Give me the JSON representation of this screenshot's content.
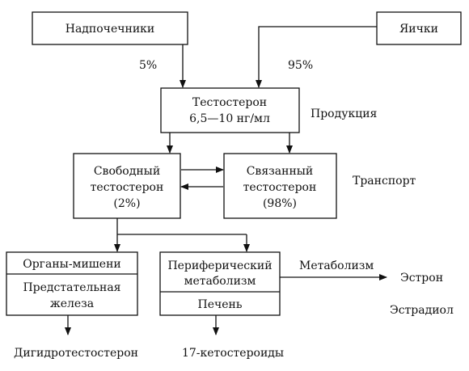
{
  "sources": {
    "adrenal": "Надпочечники",
    "testes": "Яички",
    "adrenal_share": "5%",
    "testes_share": "95%"
  },
  "production": {
    "line1": "Тестостерон",
    "line2": "6,5—10 нг/мл",
    "stage_label": "Продукция"
  },
  "transport": {
    "free_line1": "Свободный",
    "free_line2": "тестостерон",
    "free_line3": "(2%)",
    "bound_line1": "Связанный",
    "bound_line2": "тестостерон",
    "bound_line3": "(98%)",
    "stage_label": "Транспорт"
  },
  "targets": {
    "header": "Органы-мишени",
    "line1": "Предстательная",
    "line2": "железа",
    "product": "Дигидротестостерон"
  },
  "peripheral": {
    "header_line1": "Периферический",
    "header_line2": "метаболизм",
    "organ": "Печень",
    "product": "17-кетостероиды"
  },
  "metabolism": {
    "stage_label": "Метаболизм",
    "estrone": "Эстрон",
    "estradiol": "Эстрадиол"
  }
}
